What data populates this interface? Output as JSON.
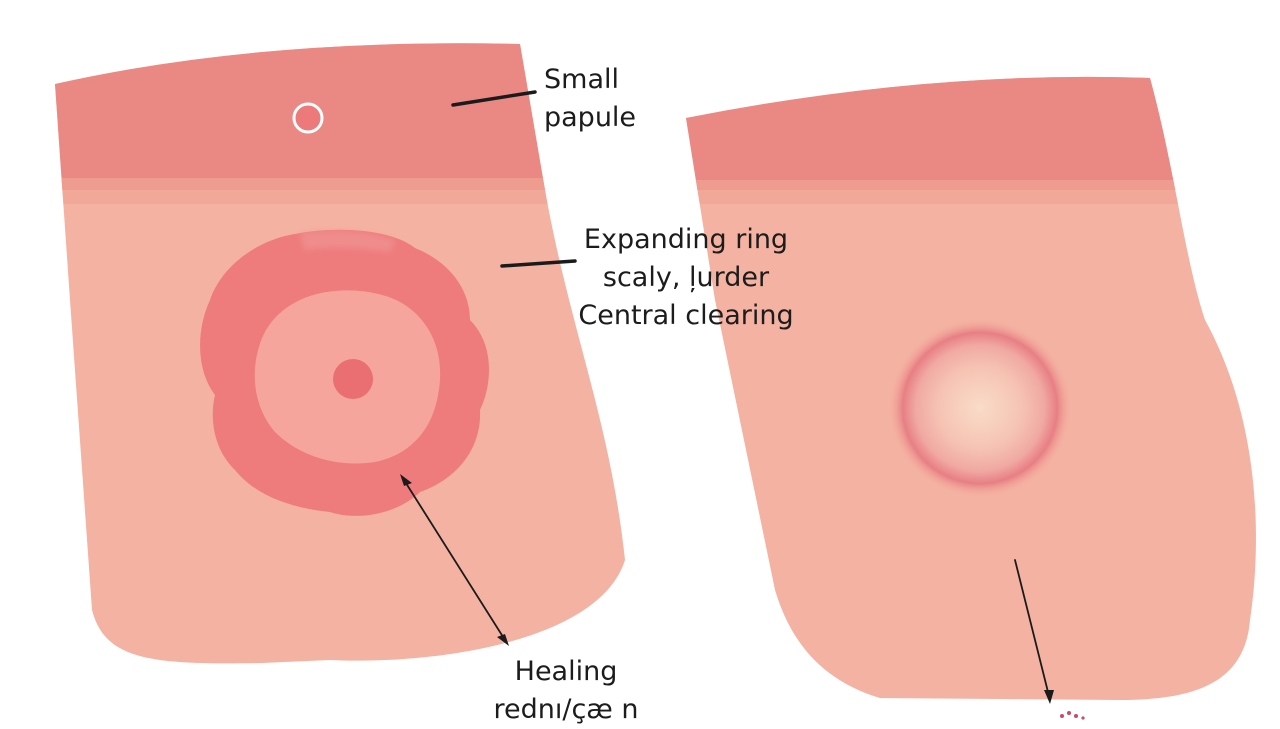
{
  "labels": {
    "papule": [
      "Small",
      "papule"
    ],
    "ring": [
      "Expanding ring",
      "scaly, ļurder",
      "Central clearing"
    ],
    "healing": [
      "Healing",
      "rednı/çæ  n"
    ]
  },
  "colors": {
    "skin": "#f4b2a2",
    "skin_band": "#ea8984",
    "lesion_ring": "#ee7f7f",
    "lesion_center": "#f6a59d",
    "papule_dot": "#ea6f72",
    "faded_ring": "#ec8a8d",
    "faded_center": "#f8d3bf",
    "line": "#1b1b1b",
    "text": "#1c1c1c"
  }
}
